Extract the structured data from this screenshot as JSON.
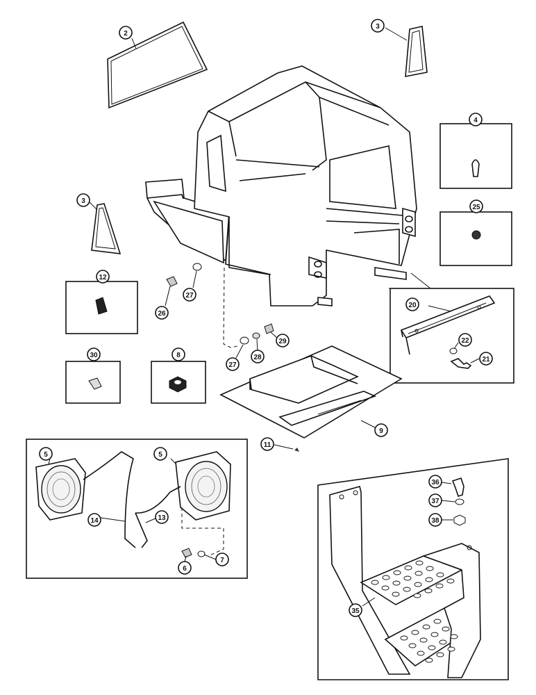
{
  "diagram": {
    "callouts": {
      "c2": "2",
      "c3a": "3",
      "c3b": "3",
      "c4": "4",
      "c25": "25",
      "c12": "12",
      "c26": "26",
      "c27a": "27",
      "c27b": "27",
      "c28": "28",
      "c29": "29",
      "c20": "20",
      "c22": "22",
      "c21": "21",
      "c30": "30",
      "c8": "8",
      "c9": "9",
      "c11": "11",
      "c5a": "5",
      "c5b": "5",
      "c14": "14",
      "c13": "13",
      "c6": "6",
      "c7": "7",
      "c36": "36",
      "c37": "37",
      "c38": "38",
      "c35": "35"
    }
  }
}
